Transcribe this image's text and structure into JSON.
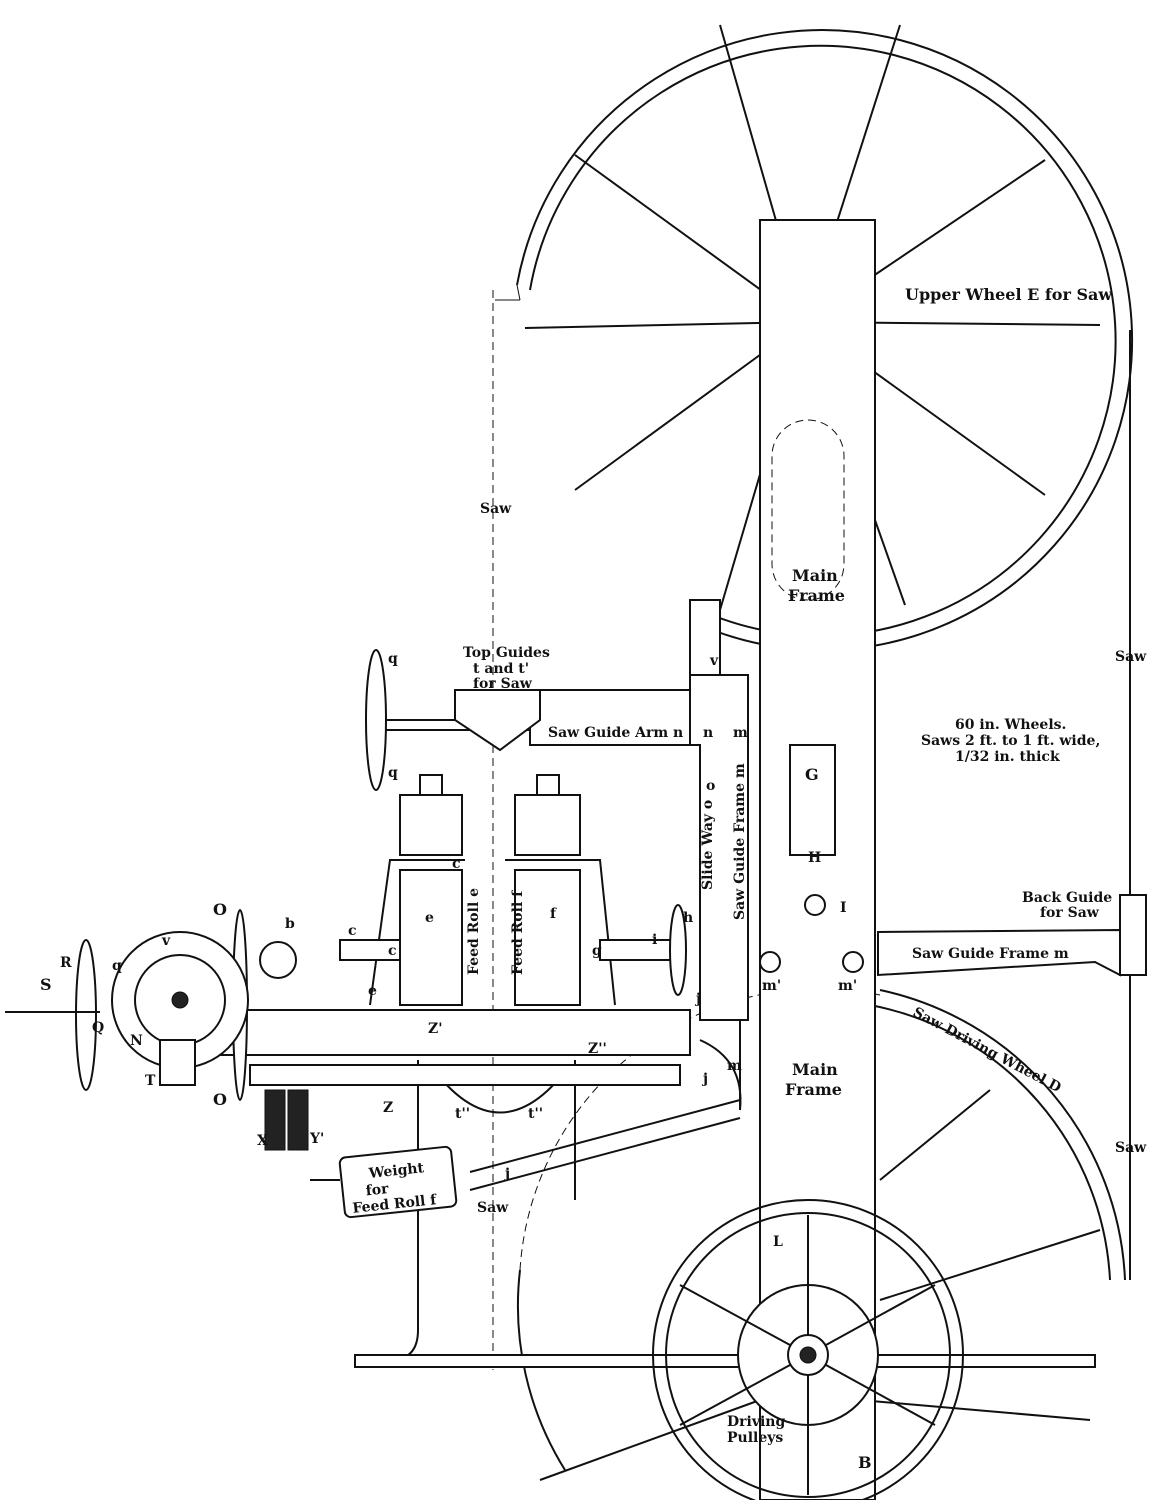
{
  "labels": {
    "upper_wheel": "Upper Wheel E for Saw",
    "saw_left_top": "Saw",
    "saw_right_top": "Saw",
    "saw_right_bottom": "Saw",
    "saw_bottom": "Saw",
    "main_frame_top_1": "Main",
    "main_frame_top_2": "Frame",
    "main_frame_bottom_1": "Main",
    "main_frame_bottom_2": "Frame",
    "top_guides_1": "Top Guides",
    "top_guides_2": "t and t'",
    "top_guides_3": "for Saw",
    "saw_guide_arm": "Saw Guide Arm n",
    "specs_1": "60 in. Wheels.",
    "specs_2": "Saws 2 ft. to 1 ft. wide,",
    "specs_3": "1/32 in. thick",
    "slide_way": "Slide Way o",
    "saw_guide_frame_vertical": "Saw Guide Frame m",
    "feed_roll_e": "Feed Roll e",
    "feed_roll_f": "Feed Roll f",
    "back_guide_1": "Back Guide",
    "back_guide_2": "for Saw",
    "saw_guide_frame_h": "Saw Guide Frame m",
    "saw_driving_wheel": "Saw Driving Wheel D",
    "weight_1": "Weight",
    "weight_2": "for",
    "weight_3": "Feed Roll f",
    "driving_pulleys_1": "Driving",
    "driving_pulleys_2": "Pulleys",
    "letters": {
      "q1": "q",
      "q2": "q",
      "v1": "v",
      "n": "n",
      "m1": "m",
      "o": "o",
      "G": "G",
      "H": "H",
      "I": "I",
      "c1": "c",
      "e1": "e",
      "c2": "c",
      "c3": "c",
      "e2": "e",
      "f1": "f",
      "g": "g",
      "h": "h",
      "i": "i",
      "j1": "j",
      "j2": "j",
      "j3": "j",
      "m2": "m",
      "m3": "m'",
      "m4": "m'",
      "b": "b",
      "O1": "O",
      "O2": "O",
      "R": "R",
      "q3": "q",
      "v2": "v",
      "S": "S",
      "Q": "Q",
      "N": "N",
      "T": "T",
      "Z1": "Z'",
      "Z2": "Z''",
      "Z3": "Z",
      "t1": "t''",
      "t2": "t''",
      "X": "X",
      "Y": "Y'",
      "L": "L",
      "B": "B"
    }
  }
}
